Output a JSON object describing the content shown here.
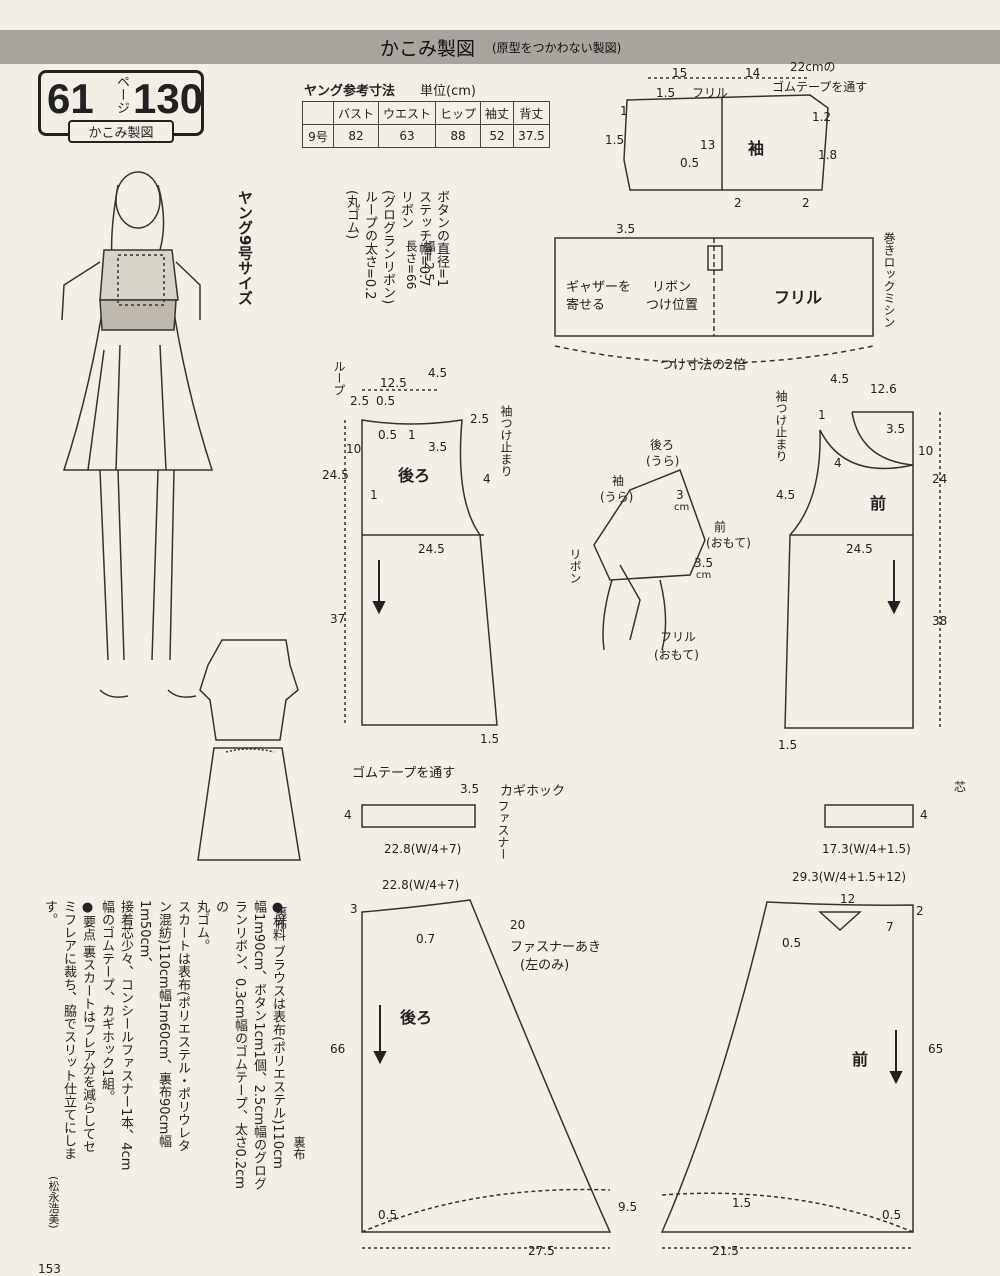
{
  "header": {
    "title": "かこみ製図",
    "subtitle": "(原型をつかわない製図)"
  },
  "badge": {
    "page": "61",
    "kana": "ページ",
    "number": "130",
    "label": "かこみ製図"
  },
  "size_table": {
    "title": "ヤング参考寸法",
    "unit": "単位(cm)",
    "headers": [
      "",
      "バスト",
      "ウエスト",
      "ヒップ",
      "袖丈",
      "背丈"
    ],
    "row": [
      "9号",
      "82",
      "63",
      "88",
      "52",
      "37.5"
    ]
  },
  "size_label": "ヤング9号サイズ",
  "notes": {
    "button": "ボタンの直径=1",
    "stitch": "ステッチ幅=0.7",
    "ribbon": "リボン",
    "ribbon_width": "幅=2.5",
    "ribbon_length": "長さ=66",
    "ribbon_type": "(グログランリボン)",
    "loop": "ループの太さ=0.2",
    "loop_type": "(丸ゴム)"
  },
  "sleeve": {
    "title": "袖",
    "d15": "15",
    "d14": "14",
    "frill": "フリル",
    "elastic": "22cmの",
    "elastic2": "ゴムテープを通す",
    "d1_5a": "1.5",
    "d1": "1",
    "d1_2": "1.2",
    "d1_5b": "1.5",
    "d13": "13",
    "d0_5": "0.5",
    "d1_8": "1.8",
    "d2a": "2",
    "d2b": "2"
  },
  "frill": {
    "title": "フリル",
    "d3_5": "3.5",
    "gather": "ギャザーを",
    "gather2": "寄せる",
    "ribbon_pos": "リボン",
    "ribbon_pos2": "つけ位置",
    "overlock": "巻きロックミシン",
    "double": "つけ寸法の2倍"
  },
  "back_bodice": {
    "title": "後ろ",
    "loop": "ループ",
    "d12_5": "12.5",
    "d4_5": "4.5",
    "d2_5a": "2.5",
    "d0_5a": "0.5",
    "d0_5b": "0.5",
    "d1a": "1",
    "d10": "10",
    "d3_5": "3.5",
    "d2_5b": "2.5",
    "d24_5": "24.5",
    "d1b": "1",
    "d4": "4",
    "sleeve_stop": "袖つけ止まり",
    "width": "24.5",
    "d37": "37",
    "hem": "1.5"
  },
  "front_bodice": {
    "title": "前",
    "d4_5": "4.5",
    "d12_6": "12.6",
    "sleeve_stop": "袖つけ止まり",
    "d1": "1",
    "d3_5": "3.5",
    "d10": "10",
    "d4": "4",
    "d24": "24",
    "d4_5b": "4.5",
    "width": "24.5",
    "d38": "38",
    "hem": "1.5"
  },
  "detail": {
    "back": "後ろ",
    "back_inner": "(うら)",
    "sleeve": "袖",
    "sleeve_inner": "(うら)",
    "d3": "3",
    "cm": "cm",
    "front": "前",
    "front_outer": "(おもて)",
    "d3_5": "3.5",
    "cm2": "cm",
    "ribbon": "リボン",
    "frill": "フリル",
    "frill_outer": "(おもて)"
  },
  "waistband": {
    "elastic": "ゴムテープを通す",
    "d3_5": "3.5",
    "hook": "カギホック",
    "zipper": "ファスナー",
    "d4": "4",
    "width": "22.8(W/4+7)",
    "front_d4": "4",
    "front_width": "17.3(W/4+1.5)",
    "core": "芯"
  },
  "back_skirt": {
    "title": "後ろ",
    "top": "22.8(W/4+7)",
    "d3": "3",
    "lining": "裏布",
    "d0_7": "0.7",
    "d20": "20",
    "zip": "ファスナーあき",
    "zip_side": "(左のみ)",
    "d66": "66",
    "lining2": "裏布",
    "d0_5": "0.5",
    "d9_5": "9.5",
    "d27_5": "27.5"
  },
  "front_skirt": {
    "title": "前",
    "top": "29.3(W/4+1.5+12)",
    "d12": "12",
    "d2": "2",
    "d0_5": "0.5",
    "d7": "7",
    "d65": "65",
    "d1_5": "1.5",
    "d0_5b": "0.5",
    "d21_5": "21.5"
  },
  "materials": {
    "line1": "●材料 ブラウスは表布(ポリエステル)110cm",
    "line2": "幅1m90cm、ボタン1cm1個、2.5cm幅のグログ",
    "line3": "ランリボン、0.3cm幅のゴムテープ、太さ0.2cmの",
    "line4": "丸ゴム。",
    "line5": "スカートは表布(ポリエステル・ポリウレタ",
    "line6": "ン混紡)110cm幅1m60cm、裏布90cm幅1m50cm、",
    "line7": "接着芯少々、コンシールファスナー1本、4cm",
    "line8": "幅のゴムテープ、カギホック1組。",
    "line9": "●要点 裏スカートはフレア分を減らしてセ",
    "line10": "ミフレアに裁ち、脇でスリット仕立てにしま",
    "line11": "す。",
    "author": "(松永浩美)"
  },
  "page_number": "153"
}
